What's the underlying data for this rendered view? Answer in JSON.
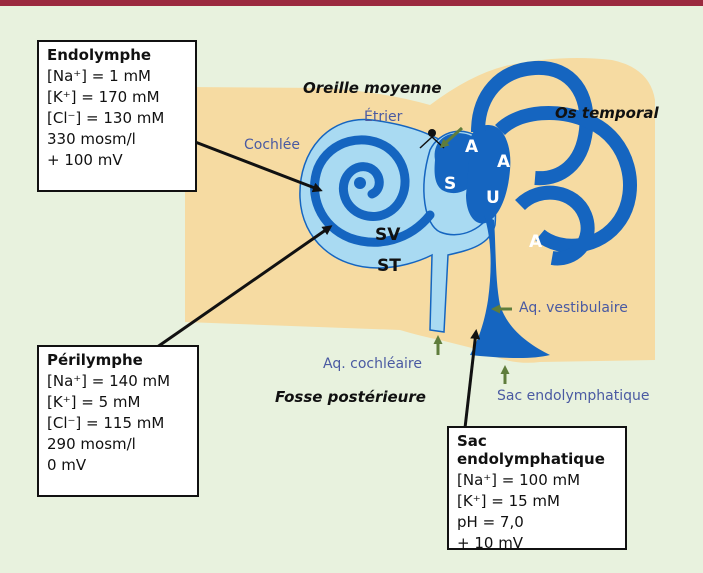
{
  "boxes": {
    "endolymphe": {
      "title": "Endolymphe",
      "lines": [
        "[Na⁺] = 1 mM",
        "[K⁺] = 170 mM",
        "[Cl⁻] = 130 mM",
        "330 mosm/l",
        "+ 100 mV"
      ]
    },
    "perilymphe": {
      "title": "Périlymphe",
      "lines": [
        "[Na⁺] = 140 mM",
        "[K⁺] = 5 mM",
        "[Cl⁻] = 115 mM",
        "290 mosm/l",
        "0 mV"
      ]
    },
    "sac": {
      "title": "Sac endolymphatique",
      "lines": [
        "[Na⁺] = 100 mM",
        "[K⁺] = 15 mM",
        "pH = 7,0",
        "+ 10 mV"
      ]
    }
  },
  "labels": {
    "oreille_moyenne": "Oreille moyenne",
    "os_temporal": "Os temporal",
    "fosse_posterieure": "Fosse postérieure",
    "cochlee": "Cochlée",
    "etrier": "Étrier",
    "aq_vestibulaire": "Aq. vestibulaire",
    "aq_cochleaire": "Aq. cochléaire",
    "sac_endolymphatique": "Sac endolymphatique"
  },
  "structures": {
    "sv": "SV",
    "st": "ST",
    "s": "S",
    "u": "U",
    "a1": "A",
    "a2": "A",
    "a3": "A"
  },
  "colors": {
    "header_bar": "#9b2a3f",
    "background": "#e8f2de",
    "bone": "#f6dba2",
    "perilymph": "#a9daf2",
    "endolymph": "#1565c0",
    "label_blue": "#4a5aa2",
    "small_arrow": "#5f7d3c"
  }
}
